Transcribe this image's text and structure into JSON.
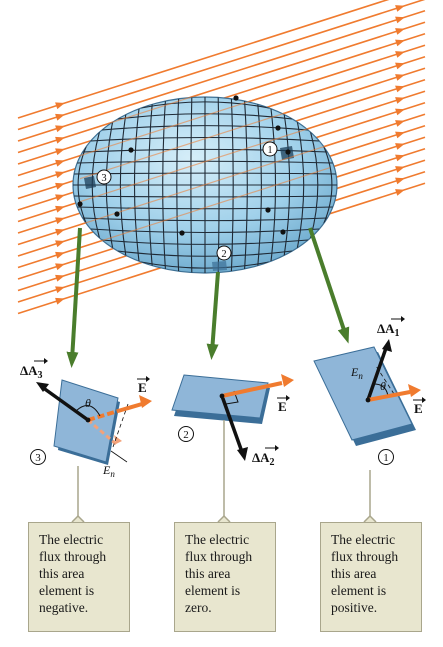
{
  "colors": {
    "field_line": "#f07b2f",
    "surface_fill": "#9fd0ea",
    "surface_shadow": "#5f9fc5",
    "grid": "#1f2a36",
    "element_fill": "#8fb6d8",
    "element_edge": "#3b6e98",
    "leader_green": "#4a7d2c",
    "caption_bg": "#e8e6cf",
    "caption_border": "#a9a68c"
  },
  "surface": {
    "markers": [
      "1",
      "2",
      "3"
    ]
  },
  "elements": [
    {
      "marker": "3",
      "area_vector": "ΔA",
      "area_subscript": "3",
      "field": "E",
      "angle": "θ",
      "normal_component": "E",
      "normal_subscript": "n",
      "caption": [
        "The electric",
        "flux through",
        "this area",
        "element is",
        "negative."
      ]
    },
    {
      "marker": "2",
      "area_vector": "ΔA",
      "area_subscript": "2",
      "field": "E",
      "caption": [
        "The electric",
        "flux through",
        "this area",
        "element is",
        "zero."
      ]
    },
    {
      "marker": "1",
      "area_vector": "ΔA",
      "area_subscript": "1",
      "field": "E",
      "angle": "θ",
      "normal_component": "E",
      "normal_subscript": "n",
      "caption": [
        "The electric",
        "flux through",
        "this area",
        "element is",
        "positive."
      ]
    }
  ]
}
